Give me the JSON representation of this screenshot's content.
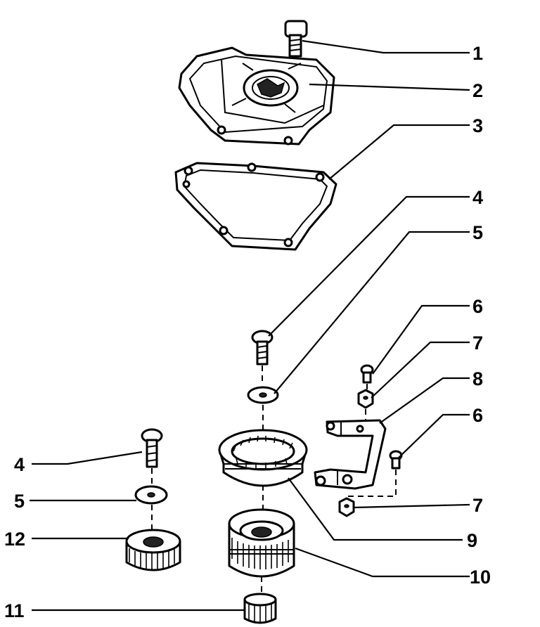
{
  "callouts": {
    "c1": "1",
    "c2": "2",
    "c3": "3",
    "c4a": "4",
    "c5a": "5",
    "c6a": "6",
    "c7a": "7",
    "c8": "8",
    "c6b": "6",
    "c7b": "7",
    "c9": "9",
    "c10": "10",
    "c4b": "4",
    "c5b": "5",
    "c12": "12",
    "c11": "11"
  }
}
